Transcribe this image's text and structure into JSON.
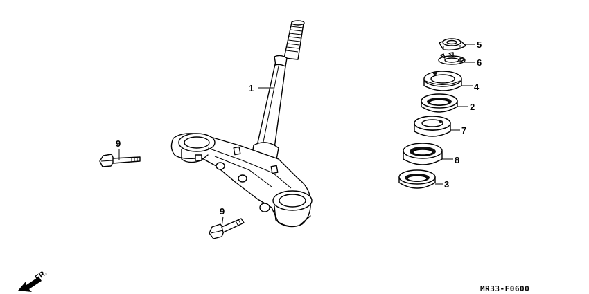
{
  "diagram": {
    "callouts": {
      "stem": "1",
      "bearing_race_upper": "2",
      "dust_seal_lower": "3",
      "bearing_upper": "4",
      "lock_nut": "5",
      "lock_washer": "6",
      "bearing_lower": "7",
      "bearing_race_lower": "8",
      "bolt_left": "9",
      "bolt_bottom": "9"
    },
    "diagram_code": "MR33-F0600",
    "direction_label": "FR."
  }
}
